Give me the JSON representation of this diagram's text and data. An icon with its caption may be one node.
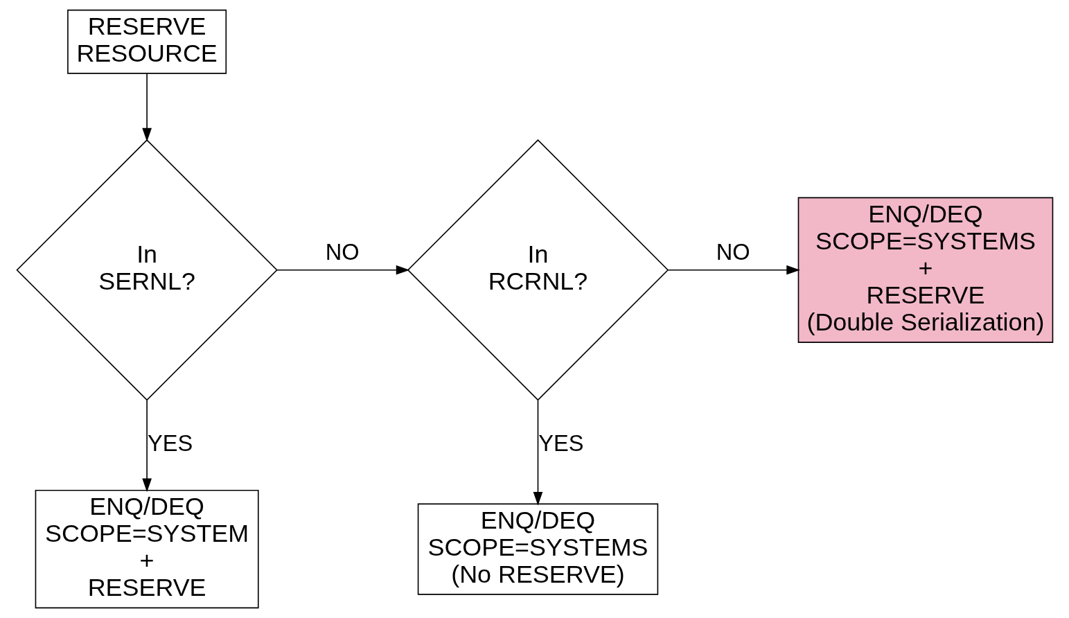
{
  "diagram": {
    "nodes": [
      {
        "text": [
          "RESERVE",
          "RESOURCE"
        ]
      },
      {
        "text": [
          "In",
          "SERNL?"
        ]
      },
      {
        "text": [
          "In",
          "RCRNL?"
        ]
      },
      {
        "text": [
          "ENQ/DEQ",
          "SCOPE=SYSTEMS",
          "+",
          "RESERVE",
          "(Double Serialization)"
        ]
      },
      {
        "text": [
          "ENQ/DEQ",
          "SCOPE=SYSTEM",
          "+",
          "RESERVE"
        ]
      },
      {
        "text": [
          "ENQ/DEQ",
          "SCOPE=SYSTEMS",
          "(No RESERVE)"
        ]
      }
    ],
    "edges": [
      {
        "from": 0,
        "to": 1,
        "arrow": "to"
      },
      {
        "from": 1,
        "to": 2,
        "arrow": "to",
        "label": "NO"
      },
      {
        "from": 2,
        "to": 3,
        "arrow": "to",
        "label": "NO"
      },
      {
        "from": 1,
        "to": 4,
        "arrow": "to",
        "label": "YES"
      },
      {
        "from": 2,
        "to": 5,
        "arrow": "to",
        "label": "YES"
      }
    ]
  }
}
